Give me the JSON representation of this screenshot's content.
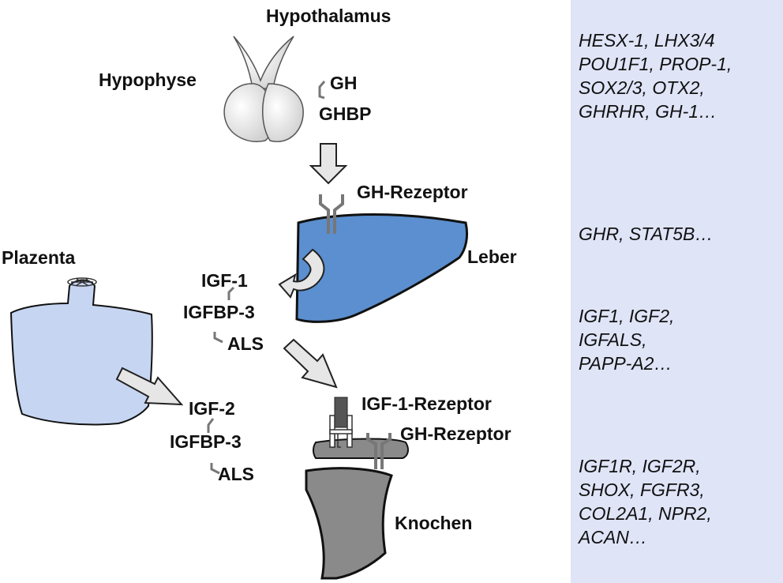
{
  "labels": {
    "hypothalamus": "Hypothalamus",
    "hypophyse": "Hypophyse",
    "gh": "GH",
    "ghbp": "GHBP",
    "gh_receptor_liver": "GH-Rezeptor",
    "leber": "Leber",
    "plazenta": "Plazenta",
    "igf1": "IGF-1",
    "igfbp3_a": "IGFBP-3",
    "als_a": "ALS",
    "igf2": "IGF-2",
    "igfbp3_b": "IGFBP-3",
    "als_b": "ALS",
    "igf1_receptor": "IGF-1-Rezeptor",
    "gh_receptor_bone": "GH-Rezeptor",
    "knochen": "Knochen"
  },
  "genes": {
    "pituitary": [
      "HESX-1, LHX3/4",
      "POU1F1, PROP-1,",
      "SOX2/3, OTX2,",
      "GHRHR, GH-1…"
    ],
    "liver": [
      "GHR, STAT5B…"
    ],
    "igf": [
      "IGF1, IGF2,",
      "IGFALS,",
      "PAPP-A2…"
    ],
    "bone": [
      "IGF1R, IGF2R,",
      "SHOX, FGFR3,",
      "COL2A1, NPR2,",
      "ACAN…"
    ]
  },
  "colors": {
    "liver": "#5b8fcf",
    "placenta": "#c6d5f1",
    "bone": "#8a8a8a",
    "receptor": "#777777",
    "panel": "#dfe4f7",
    "arrow": "#e6e6e6"
  }
}
